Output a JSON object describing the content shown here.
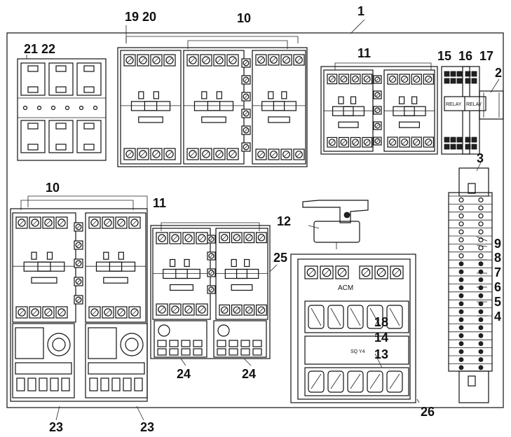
{
  "diagram": {
    "callouts": {
      "c1": "1",
      "c2": "2",
      "c3": "3",
      "c4": "4",
      "c5": "5",
      "c6": "6",
      "c7": "7",
      "c8": "8",
      "c9": "9",
      "c10a": "10",
      "c10b": "10",
      "c11a": "11",
      "c11b": "11",
      "c12": "12",
      "c13": "13",
      "c14": "14",
      "c15": "15",
      "c16": "16",
      "c17": "17",
      "c18": "18",
      "c19_20": "19 20",
      "c21_22": "21 22",
      "c23a": "23",
      "c23b": "23",
      "c24a": "24",
      "c24b": "24",
      "c25": "25",
      "c26": "26"
    },
    "module_labels": {
      "acm": "ACM",
      "plate": "SQ Y4",
      "relay1": "RELAY",
      "relay2": "RELAY"
    }
  }
}
